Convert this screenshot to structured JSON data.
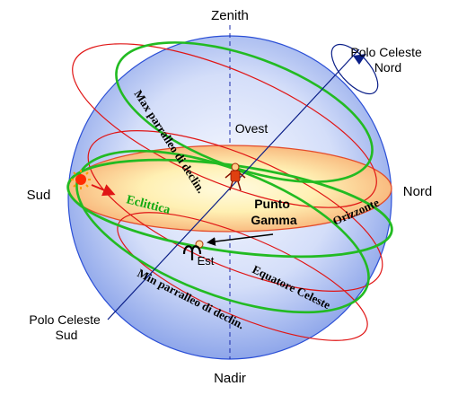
{
  "labels": {
    "zenith": "Zenith",
    "nadir": "Nadir",
    "north_pole": [
      "Polo Celeste",
      "Nord"
    ],
    "south_pole": [
      "Polo Celeste",
      "Sud"
    ],
    "sud": "Sud",
    "nord": "Nord",
    "ovest": "Ovest",
    "est": "Est",
    "punto_gamma": [
      "Punto",
      "Gamma"
    ],
    "eclittica": "Eclittica",
    "orizzonte": "Orizzonte",
    "equatore": "Equatore Celeste",
    "max_parallel": "Max parralleo di declin.",
    "min_parallel": "Min parralleo di declin."
  },
  "colors": {
    "sphere_center": "#f7f9ff",
    "sphere_edge": "#8ea6ea",
    "sphere_outline": "#2b4fd6",
    "horizon_center": "#fff4b8",
    "horizon_edge": "#f6a46a",
    "horizon_outline": "#e44b2a",
    "ecliptic": "#22bb22",
    "equator_lines": "#e01515",
    "axes": "#0b1f88",
    "eclittica_text": "#11aa11"
  },
  "icons": [
    "sun-icon",
    "observer-icon",
    "aries-symbol-icon"
  ]
}
